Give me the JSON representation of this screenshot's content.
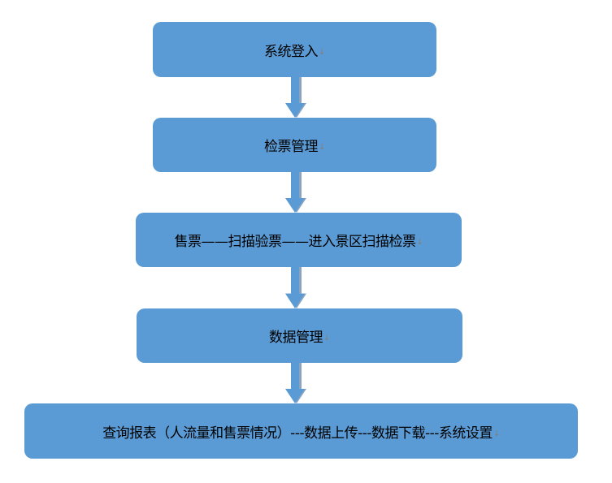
{
  "steps": [
    {
      "label": "系统登入"
    },
    {
      "label": "检票管理"
    },
    {
      "label": "售票——扫描验票——进入景区扫描检票"
    },
    {
      "label": "数据管理"
    },
    {
      "label": "查询报表（人流量和售票情况）---数据上传---数据下载---系统设置"
    }
  ],
  "paragraph_mark": "↓",
  "colors": {
    "box": "#5b9bd5",
    "arrow": "#5b9bd5",
    "arrow_shadow": "#8aa4c0"
  }
}
